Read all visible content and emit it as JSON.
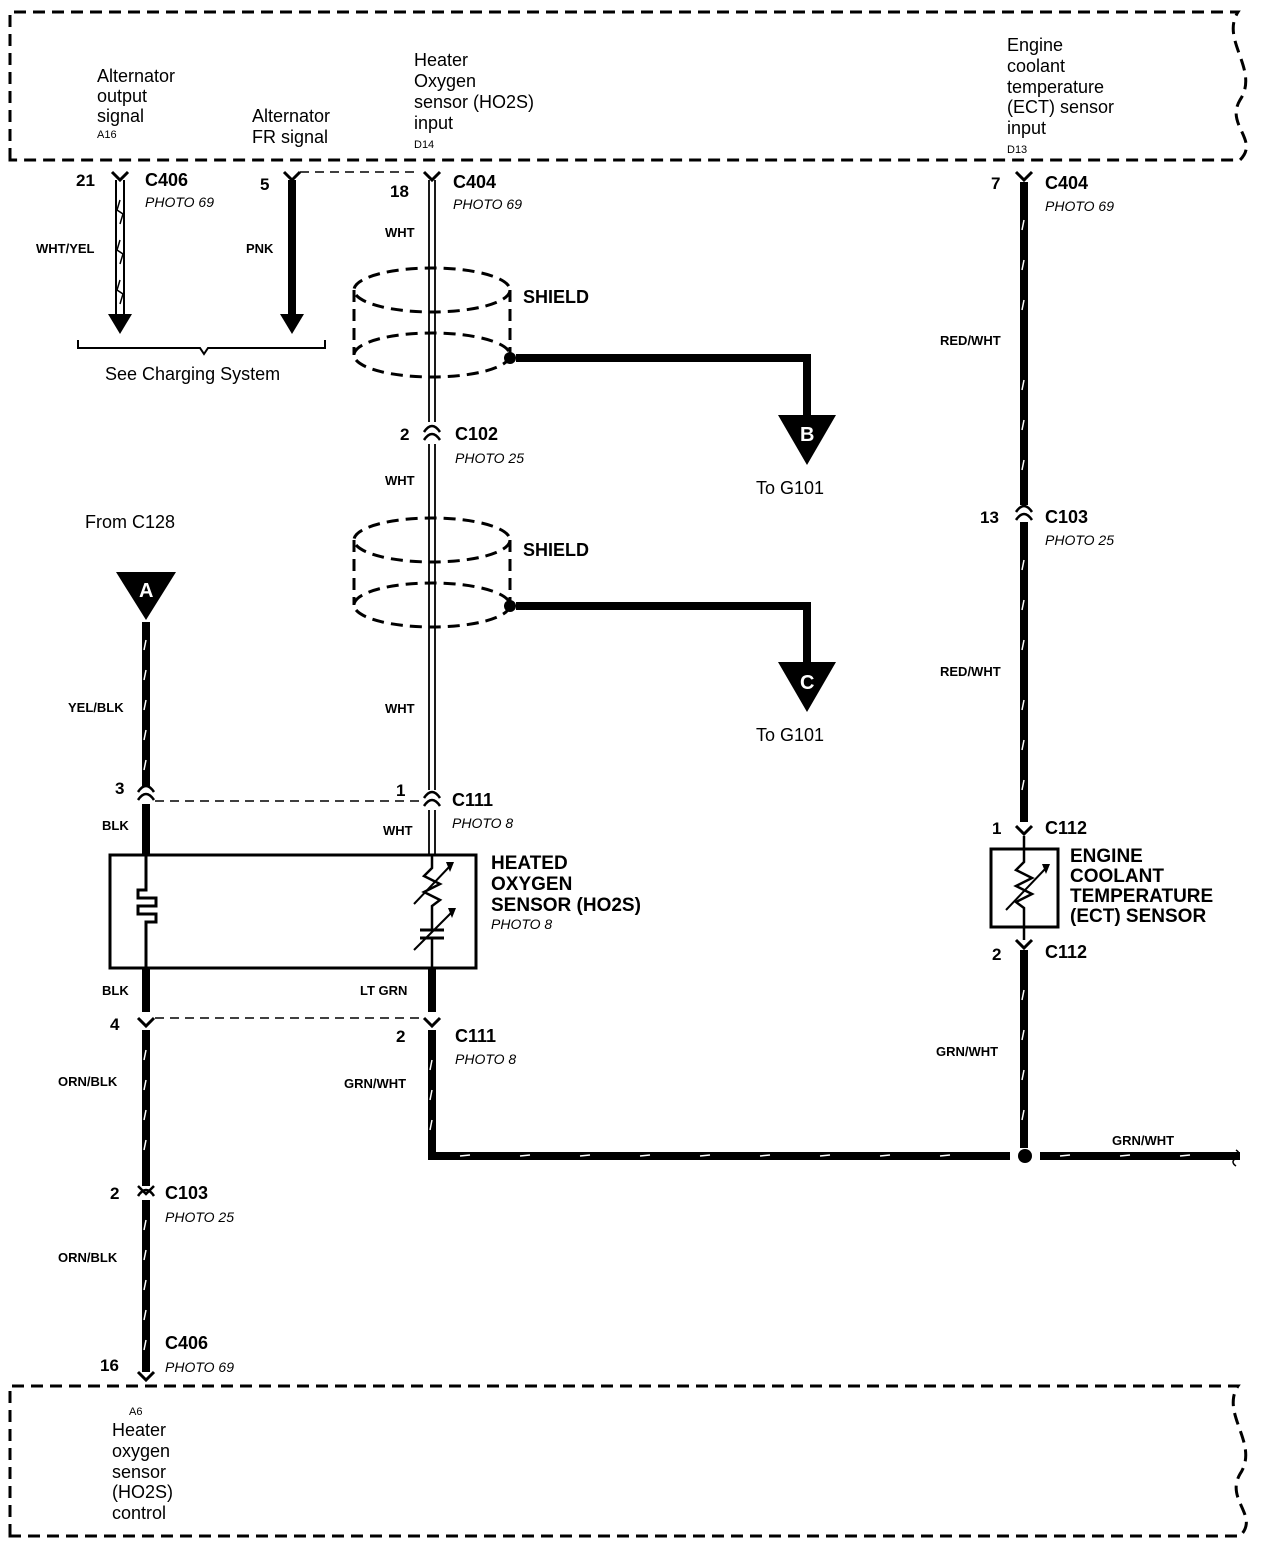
{
  "top_module": {
    "alt_output": {
      "line1": "Alternator",
      "line2": "output",
      "line3": "signal",
      "terminal": "A16"
    },
    "alt_fr": {
      "line1": "Alternator",
      "line2": "FR signal"
    },
    "ho2s_input": {
      "line1": "Heater",
      "line2": "Oxygen",
      "line3": "sensor (HO2S)",
      "line4": "input",
      "terminal": "D14"
    },
    "ect_input": {
      "line1": "Engine",
      "line2": "coolant",
      "line3": "temperature",
      "line4": "(ECT) sensor",
      "line5": "input",
      "terminal": "D13"
    }
  },
  "bottom_module": {
    "terminal": "A6",
    "line1": "Heater",
    "line2": "oxygen",
    "line3": "sensor",
    "line4": "(HO2S)",
    "line5": "control"
  },
  "connectors": {
    "c406_top": {
      "pin": "21",
      "name": "C406",
      "photo": "PHOTO 69"
    },
    "fr_pin": {
      "pin": "5"
    },
    "c404_ho2s": {
      "pin": "18",
      "name": "C404",
      "photo": "PHOTO 69"
    },
    "c404_ect": {
      "pin": "7",
      "name": "C404",
      "photo": "PHOTO 69"
    },
    "c102": {
      "pin": "2",
      "name": "C102",
      "photo": "PHOTO 25"
    },
    "c103_ect": {
      "pin": "13",
      "name": "C103",
      "photo": "PHOTO 25"
    },
    "c111_1": {
      "pin": "1",
      "name": "C111",
      "photo": "PHOTO 8"
    },
    "c111_3": {
      "pin": "3"
    },
    "c111_2": {
      "pin": "2",
      "name": "C111",
      "photo": "PHOTO 8"
    },
    "c111_4": {
      "pin": "4"
    },
    "c112_1": {
      "pin": "1",
      "name": "C112"
    },
    "c112_2": {
      "pin": "2",
      "name": "C112"
    },
    "c103_left": {
      "pin": "2",
      "name": "C103",
      "photo": "PHOTO 25"
    },
    "c406_bottom": {
      "pin": "16",
      "name": "C406",
      "photo": "PHOTO 69"
    }
  },
  "wires": {
    "wht_yel": "WHT/YEL",
    "pnk": "PNK",
    "wht_1": "WHT",
    "wht_2": "WHT",
    "wht_3": "WHT",
    "wht_4": "WHT",
    "red_wht_1": "RED/WHT",
    "red_wht_2": "RED/WHT",
    "yel_blk": "YEL/BLK",
    "blk_1": "BLK",
    "blk_2": "BLK",
    "lt_grn": "LT GRN",
    "orn_blk_1": "ORN/BLK",
    "orn_blk_2": "ORN/BLK",
    "grn_wht_1": "GRN/WHT",
    "grn_wht_2": "GRN/WHT",
    "grn_wht_3": "GRN/WHT"
  },
  "labels": {
    "charging": "See Charging System",
    "shield1": "SHIELD",
    "shield2": "SHIELD",
    "to_g101_b": "To G101",
    "to_g101_c": "To G101",
    "from_c128": "From C128",
    "flag_a": "A",
    "flag_b": "B",
    "flag_c": "C"
  },
  "components": {
    "ho2s": {
      "line1": "HEATED",
      "line2": "OXYGEN",
      "line3": "SENSOR (HO2S)",
      "photo": "PHOTO 8"
    },
    "ect": {
      "line1": "ENGINE",
      "line2": "COOLANT",
      "line3": "TEMPERATURE",
      "line4": "(ECT) SENSOR"
    }
  }
}
